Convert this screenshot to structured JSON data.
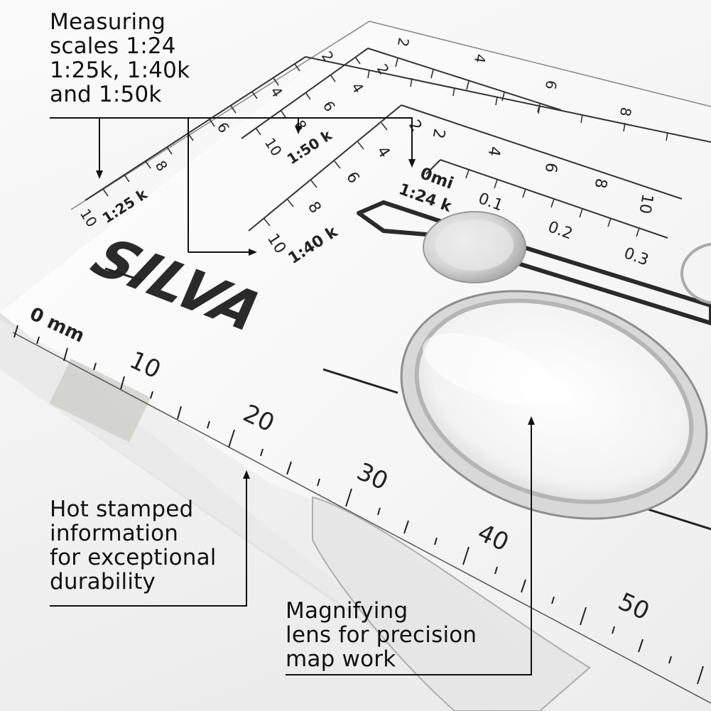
{
  "callouts": {
    "scales_lines": [
      "Measuring",
      "scales 1:24",
      "1:25k, 1:40k",
      "and 1:50k"
    ],
    "hot_stamp_lines": [
      "Hot stamped",
      "information",
      "for exceptional",
      "durability"
    ],
    "lens_lines": [
      "Magnifying",
      "lens for precision",
      "map work"
    ]
  },
  "baseplate": {
    "brand": "SILVA",
    "mm_unit": "0 mm",
    "mm_marks": [
      "10",
      "20",
      "30",
      "40",
      "50"
    ],
    "scale_25k_label": "1:25 k",
    "scale_25k_marks": [
      "2",
      "4",
      "6",
      "8",
      "10"
    ],
    "scale_50k_label": "1:50 k",
    "scale_50k_marks": [
      "2",
      "4",
      "6",
      "8",
      "10"
    ],
    "scale_40k_label": "1:40 k",
    "scale_40k_marks": [
      "2",
      "4",
      "6",
      "8",
      "10"
    ],
    "scale_24k_label": "1:24 k",
    "scale_24k_unit": "0mi",
    "scale_24k_marks": [
      "0.1",
      "0.2",
      "0.3"
    ],
    "top_marks": [
      "2",
      "4",
      "6",
      "8"
    ]
  }
}
